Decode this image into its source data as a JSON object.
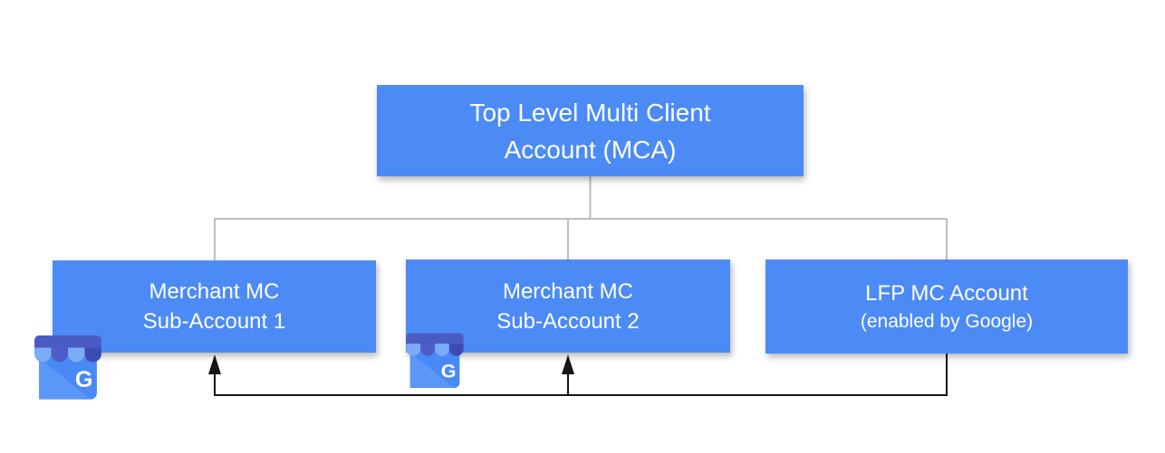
{
  "diagram": {
    "nodes": {
      "top": {
        "line1": "Top Level Multi Client",
        "line2": "Account (MCA)"
      },
      "sub1": {
        "line1": "Merchant MC",
        "line2": "Sub-Account 1"
      },
      "sub2": {
        "line1": "Merchant MC",
        "line2": "Sub-Account 2"
      },
      "lfp": {
        "line1": "LFP MC Account",
        "line2": "(enabled by Google)"
      }
    },
    "relations": {
      "tree": "Top Level MCA is parent of Merchant MC Sub-Account 1, Merchant MC Sub-Account 2 and LFP MC Account",
      "arrows": "LFP MC Account connects with arrows pointing into Sub-Account 1 and Sub-Account 2"
    },
    "colors": {
      "node_fill": "#4C8BF5",
      "node_text": "#FFFFFF",
      "tree_line": "#BDBDBD",
      "arrow_line": "#161616",
      "gmb_body": "#4989F5",
      "gmb_fold": "#5A97F7",
      "gmb_awning_light": "#7BABF7",
      "gmb_awning_medium": "#4C5EC6",
      "gmb_awning_dark": "#3B4DB3",
      "gmb_letter_color": "#FFFFFF"
    },
    "icons": {
      "badge": "google-my-business-icon",
      "gmb_letter": "G"
    }
  }
}
